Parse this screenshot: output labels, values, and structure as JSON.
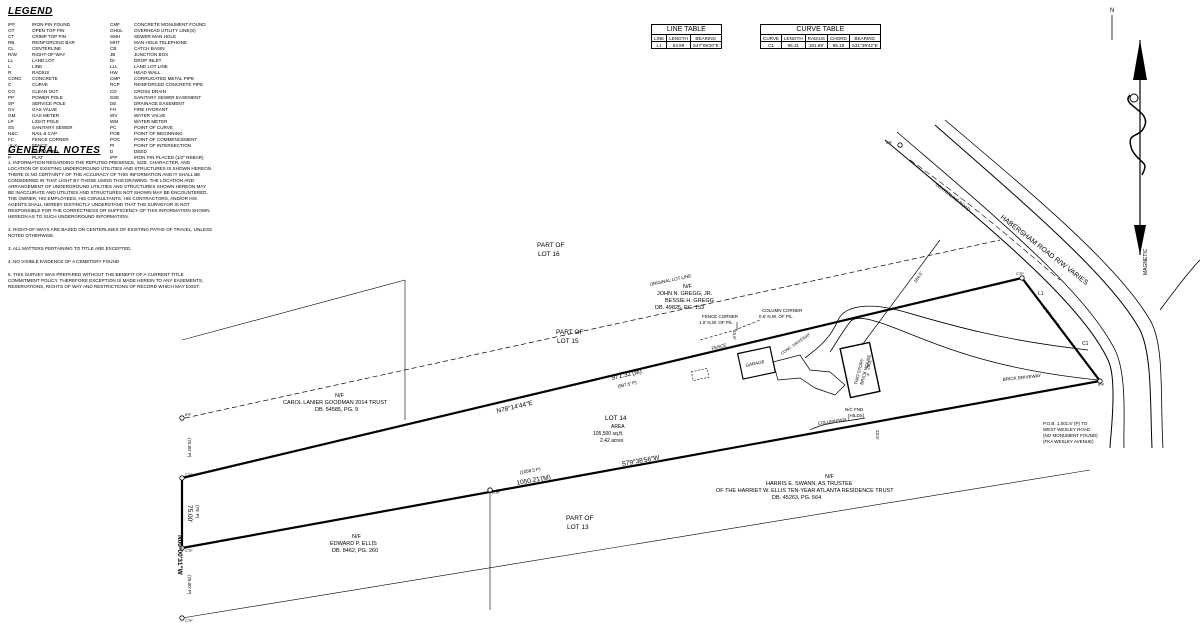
{
  "legend": {
    "title": "LEGEND",
    "entries": [
      [
        "IPF",
        "IRON PIN FOUND",
        "CMF",
        "CONCRETE MONUMENT FOUND"
      ],
      [
        "OT",
        "OPEN TOP PIN",
        "OHUL",
        "OVERHEAD UTILITY LINE(S)"
      ],
      [
        "CT",
        "CRIMP TOP PIN",
        "SMH",
        "SEWER MAN HOLE"
      ],
      [
        "RB",
        "REINFORCING BAR",
        "MHT",
        "MAN HOLE TELEPHONE"
      ],
      [
        "CL",
        "CENTERLINE",
        "CB",
        "CATCH BASIN"
      ],
      [
        "R/W",
        "RIGHT-OF-WAY",
        "JB",
        "JUNCTION BOX"
      ],
      [
        "LL",
        "LAND LOT",
        "DI",
        "DROP INLET"
      ],
      [
        "L",
        "LINE",
        "LLL",
        "LAND LOT LINE"
      ],
      [
        "R",
        "RADIUS",
        "HW",
        "HEAD WALL"
      ],
      [
        "CONC",
        "CONCRETE",
        "CMP",
        "CORRUGATED METAL PIPE"
      ],
      [
        "C",
        "CURVE",
        "RCP",
        "REINFORCED CONCRETE PIPE"
      ],
      [
        "CO",
        "CLEAN OUT",
        "CD",
        "CROSS DRAIN"
      ],
      [
        "PP",
        "POWER POLE",
        "SSE",
        "SANITARY SEWER EASEMENT"
      ],
      [
        "SP",
        "SERVICE POLE",
        "DE",
        "DRAINAGE EASEMENT"
      ],
      [
        "GV",
        "GAS VALVE",
        "FH",
        "FIRE HYDRANT"
      ],
      [
        "GM",
        "GAS METER",
        "WV",
        "WATER VALVE"
      ],
      [
        "LP",
        "LIGHT POLE",
        "WM",
        "WATER METER"
      ],
      [
        "SS",
        "SANITARY SEWER",
        "PC",
        "POINT OF CURVE"
      ],
      [
        "N&C",
        "NAIL & CAP",
        "POB",
        "POINT OF BEGINNING"
      ],
      [
        "FC",
        "FENCE CORNER",
        "POC",
        "POINT OF COMMENCEMENT"
      ],
      [
        "-X-X-",
        "FENCE",
        "PI",
        "POINT OF INTERSECTION"
      ],
      [
        "M",
        "MEASURED",
        "D",
        "DEED"
      ],
      [
        "P",
        "PLAT",
        "IPP",
        "IRON PIN PLACED (1/2\" REBAR)"
      ]
    ]
  },
  "notes": {
    "title": "GENERAL NOTES",
    "items": [
      "1. INFORMATION REGARDING THE REPUTED PRESENCE, SIZE, CHARACTER, AND LOCATION OF EXISTING UNDERGROUND UTILITIES AND STRUCTURES IS SHOWN HEREON. THERE IS NO CERTAINTY OF THE ACCURACY OF THIS INFORMATION AND IT SHALL BE CONSIDERED IN THAT LIGHT BY THOSE USING THIS DRAWING. THE LOCATION AND ARRANGEMENT OF UNDERGROUND UTILITIES AND STRUCTURES SHOWN HEREON MAY BE INACCURATE AND UTILITIES AND STRUCTURES NOT SHOWN MAY BE ENCOUNTERED. THE OWNER, HIS EMPLOYEES, HIS CONSULTANTS, HIS CONTRACTORS, AND/OR HIS AGENTS SHALL HEREBY DISTINCTLY UNDERSTAND THAT THE SURVEYOR IS NOT RESPONSIBLE FOR THE CORRECTNESS OR SUFFICIENCY OF THIS INFORMATION SHOWN HEREON AS TO SUCH UNDERGROUND INFORMATION.",
      "2. RIGHT-OF-WAYS ARE BASED ON CENTERLINES OF EXISTING PATHS OF TRAVEL, UNLESS NOTED OTHERWISE.",
      "3. ALL MATTERS PERTAINING TO TITLE ARE EXCEPTED.",
      "4. NO VISIBLE EVIDENCE OF A CEMETERY FOUND",
      "5. THIS SURVEY WAS PREPARED WITHOUT THE BENEFIT OF A CURRENT TITLE COMMITMENT POLICY. THEREFORE EXCEPTION IS MADE HEREIN TO ANY EASEMENTS, RESERVATIONS, RIGHTS OF WAY AND RESTRICTIONS OF RECORD WHICH MAY EXIST."
    ]
  },
  "line_table": {
    "title": "LINE TABLE",
    "headers": [
      "LINE",
      "LENGTH",
      "BEARING"
    ],
    "rows": [
      [
        "L1",
        "53.69",
        "S47°09'20\"E"
      ]
    ]
  },
  "curve_table": {
    "title": "CURVE TABLE",
    "headers": [
      "CURVE",
      "LENGTH",
      "RADIUS",
      "CHORD",
      "BEARING"
    ],
    "rows": [
      [
        "C1",
        "95.31",
        "181.69'",
        "95.19",
        "S31°39'42\"E"
      ]
    ]
  },
  "map": {
    "road": "HABERSHAM ROAD R/W VARIES",
    "centerline": "CENTERLINE ROAD",
    "original_lot_line": "ORIGINAL LOT LINE",
    "part_lot_16": [
      "PART OF",
      "LOT 16"
    ],
    "part_lot_15": [
      "PART OF",
      "LOT 15"
    ],
    "part_lot_13": [
      "PART OF",
      "LOT 13"
    ],
    "lot14": {
      "label": "LOT 14",
      "area_label": "AREA",
      "area_sqft": "105,500 sq.ft.",
      "area_acres": "2.42 acres"
    },
    "owner_north": [
      "N/F",
      "JOHN N. GREGG, JR.",
      "BESSIE H. GREGG",
      "DB. 49825, PG. 153"
    ],
    "owner_west": [
      "N/F",
      "CAROL LANIER GOODMAN 2014 TRUST",
      "DB. 54585, PG. 9"
    ],
    "owner_south": [
      "N/F",
      "HARRIS E. SWANN, AS TRUSTEE",
      "OF THE HARRIET W. ELLIS TEN-YEAR ATLANTA RESIDENCE TRUST",
      "DB. 45263, PG. 564"
    ],
    "owner_sw": [
      "N/F",
      "EDWARD P. ELLIS",
      "DB. 8462, PG. 260"
    ],
    "north_bearing": "N78°14'44\"E",
    "north_distance": "971.32'(M)",
    "north_distance_plat": "(987.5' P)",
    "south_bearing": "S79°38'56\"W",
    "south_distance": "1050.21'(M)",
    "south_distance_plat": "(1058.5 P)",
    "west_bearing": "N00°00'31\"W",
    "west_distance": "75.00'",
    "west_distance_plat": "(75' P)",
    "west_up_dist": "(75.00' P)",
    "west_down_dist": "(75.00' P)",
    "road_frontage_plat": "(PER/LINE P)",
    "fence_corner": [
      "FENCE CORNER",
      "1.0' N.W. OF P/L"
    ],
    "column_corner": [
      "COLUMN CORNER",
      "0.6' N.W. OF P/L"
    ],
    "fence": "FENCE",
    "garage": "GARAGE",
    "conc_driveway": "CONC. DRIVEWAY",
    "brick_driveway": "BRICK DRIVEWAY",
    "house": [
      "TWO STORY",
      "BRICK HOUSE",
      "#",
      "2801"
    ],
    "column_wall": "COLUMN/WALL",
    "nc_fnd": [
      "N/C FND",
      "(HILDS)"
    ],
    "dim_west_house": "15.6'",
    "dim_south_house": "23.5'",
    "dim_road": "164.5'",
    "pob_note": [
      "P.O.B. 1,001.6' (P) TO",
      "WEST WESLEY ROAD",
      "(NO MONUMENT FOUND)",
      "(FKA WESLEY AVENUE)"
    ],
    "pin_labels": [
      "CTF",
      "CTF",
      "CTF",
      "CTF",
      "CTF",
      "IPF",
      "IPF",
      "IPF"
    ],
    "curve_label": "C1",
    "line_label": "L1",
    "magnetic": "MAGNETIC",
    "north_label": "N"
  },
  "colors": {
    "ink": "#000000",
    "paper": "#ffffff"
  }
}
